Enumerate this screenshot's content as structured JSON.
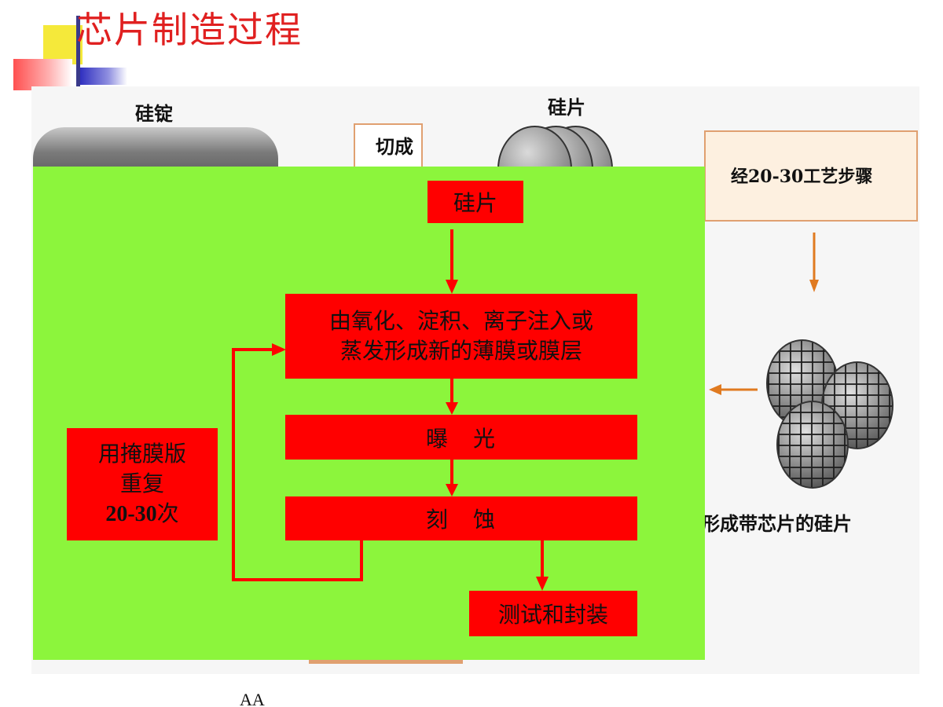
{
  "slide": {
    "title": "芯片制造过程",
    "footer": "AA"
  },
  "background": {
    "ingot_label": "硅锭",
    "wafer_label": "硅片",
    "cut_label": "切成",
    "steps_label": "经20-30工艺步骤",
    "chip_wafer_label": "形成带芯片的硅片"
  },
  "flow": {
    "wafer": "硅片",
    "film_line1": "由氧化、淀积、离子注入或",
    "film_line2": "蒸发形成新的薄膜或膜层",
    "expose": "曝　光",
    "etch": "刻　蚀",
    "test": "测试和封装",
    "repeat_line1": "用掩膜版",
    "repeat_line2": "重复",
    "repeat_line3_num": "20-30",
    "repeat_line3_unit": "次"
  },
  "colors": {
    "accent_red": "#ff0000",
    "panel_green": "#8cf53c",
    "title_red": "#e02020",
    "orange": "#e07a20"
  }
}
